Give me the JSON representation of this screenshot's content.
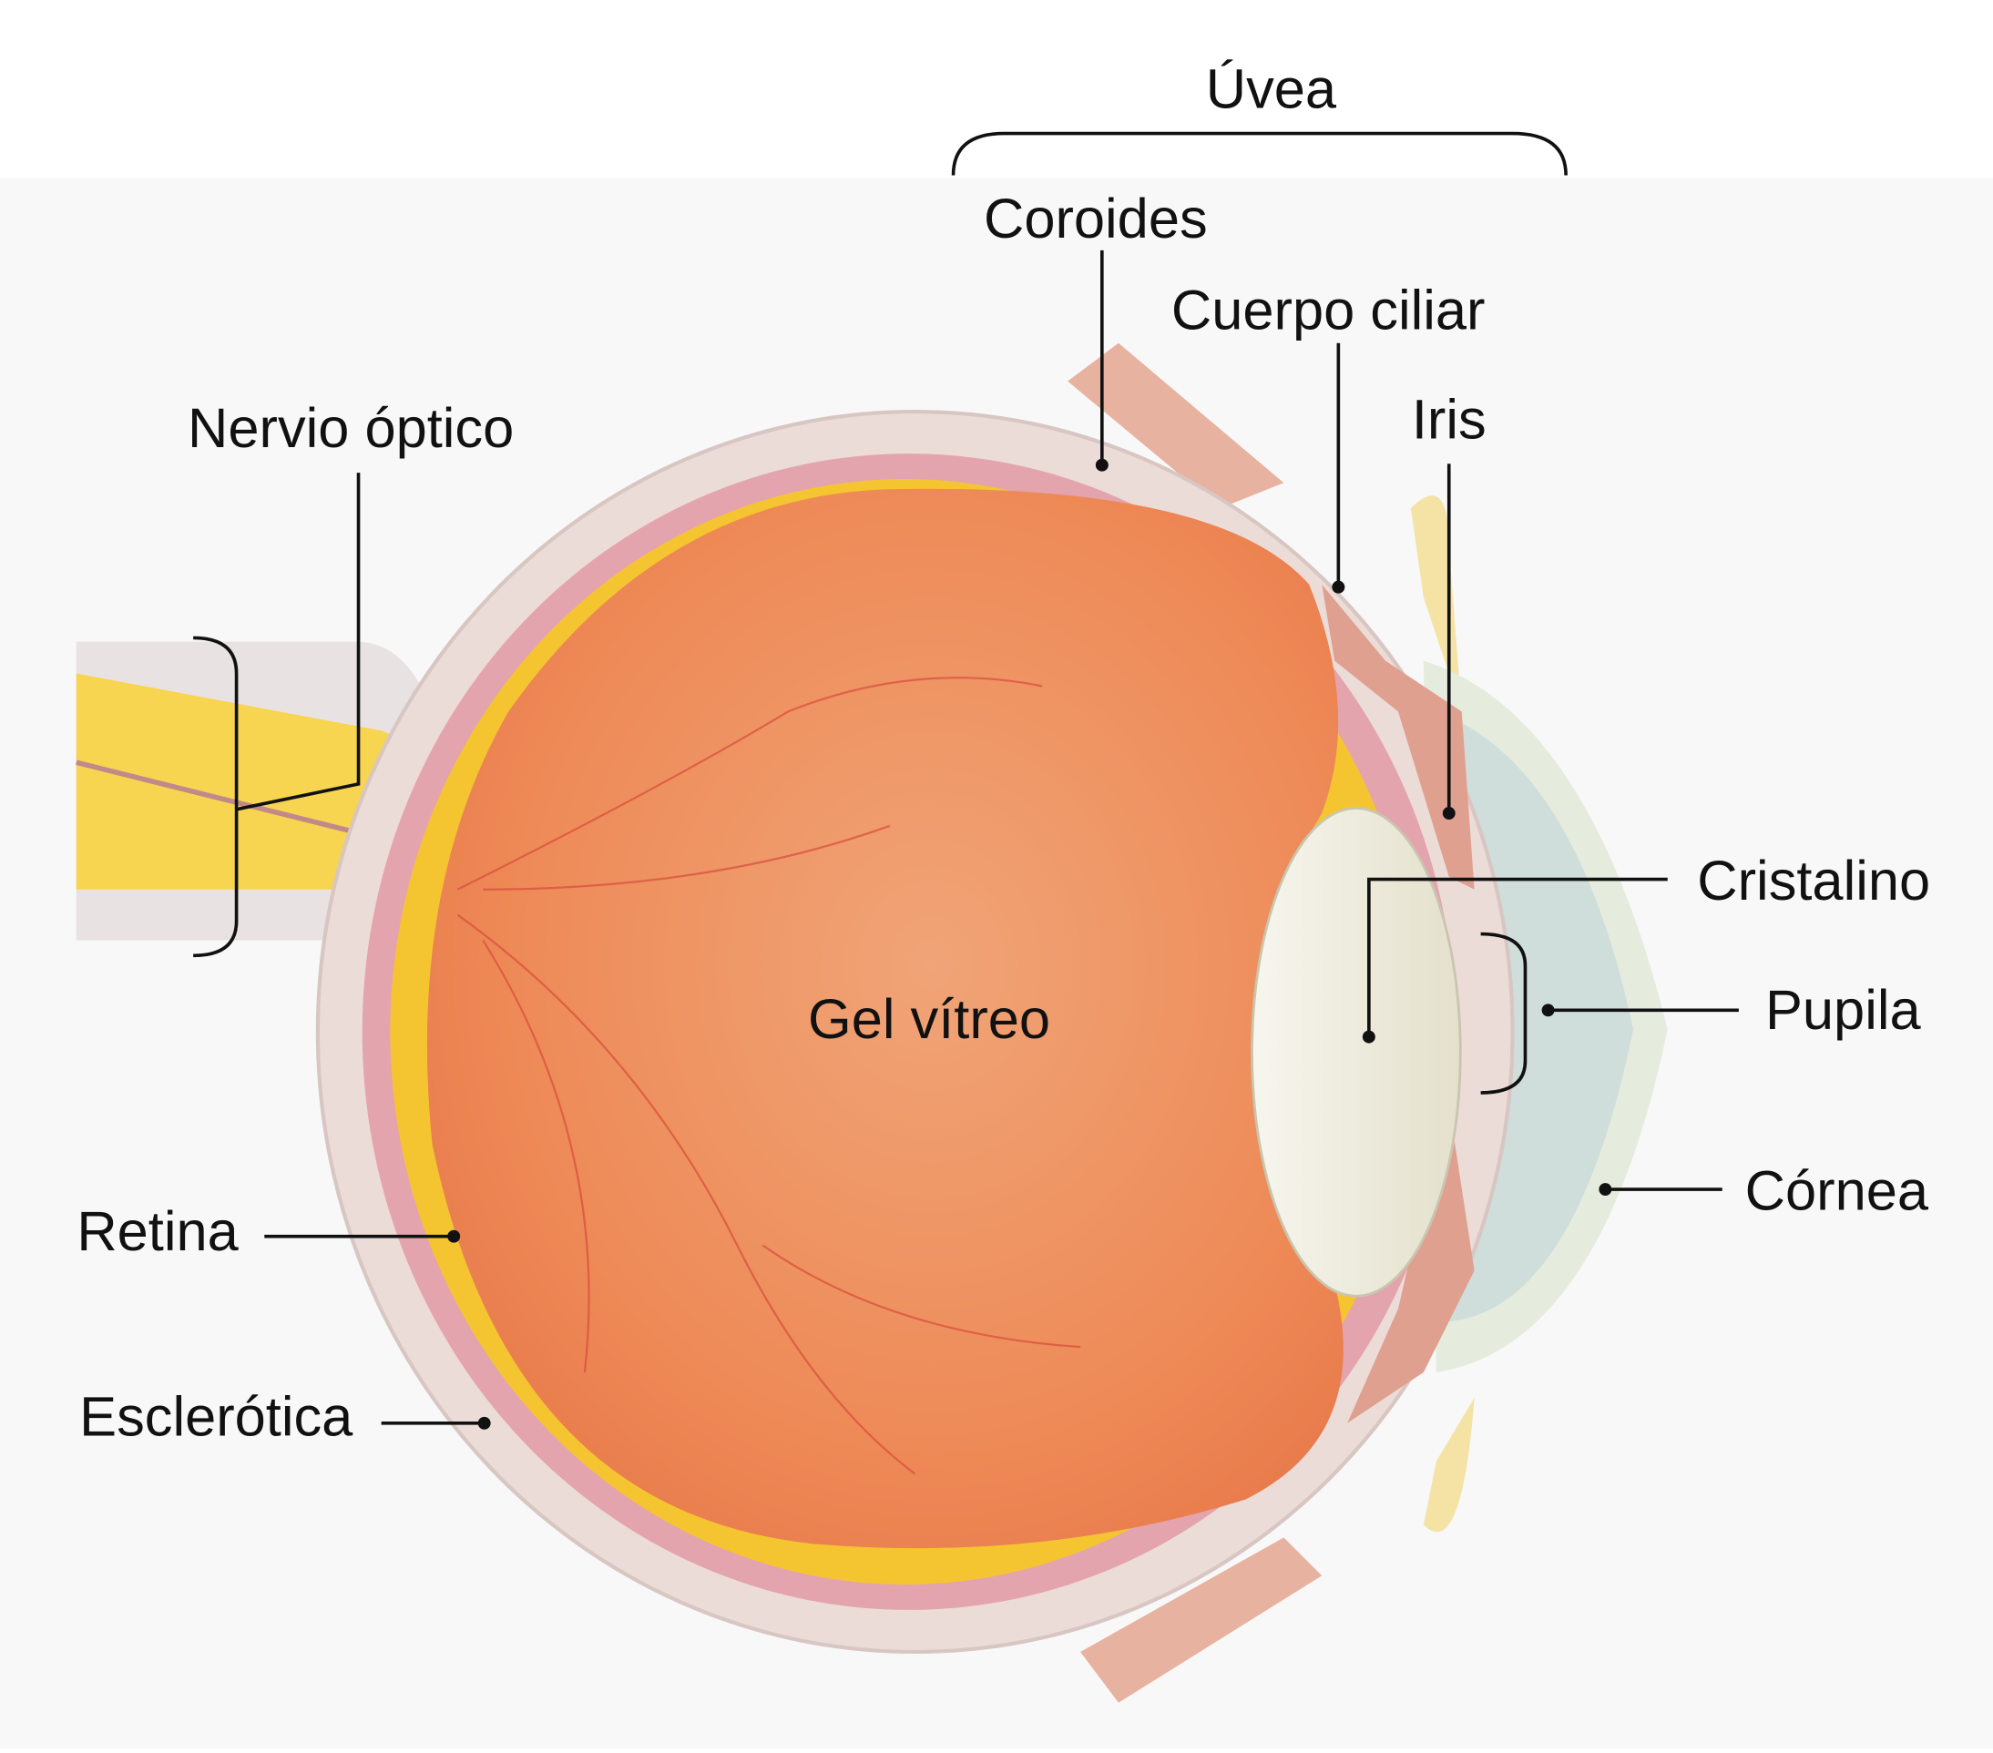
{
  "labels": {
    "uvea": "Úvea",
    "coroides": "Coroides",
    "cuerpo_ciliar": "Cuerpo ciliar",
    "iris": "Iris",
    "nervio_optico": "Nervio óptico",
    "cristalino": "Cristalino",
    "pupila": "Pupila",
    "cornea": "Córnea",
    "gel_vitreo": "Gel vítreo",
    "retina": "Retina",
    "esclerotica": "Esclerótica"
  },
  "colors": {
    "sclera": "#ecdcd8",
    "choroid": "#e3a4ad",
    "retina": "#f5c531",
    "vitreous": "#ee8e5c",
    "lens": "#f1efe2",
    "cornea": "#cfdedb",
    "optic_nerve": "#f7d550"
  }
}
